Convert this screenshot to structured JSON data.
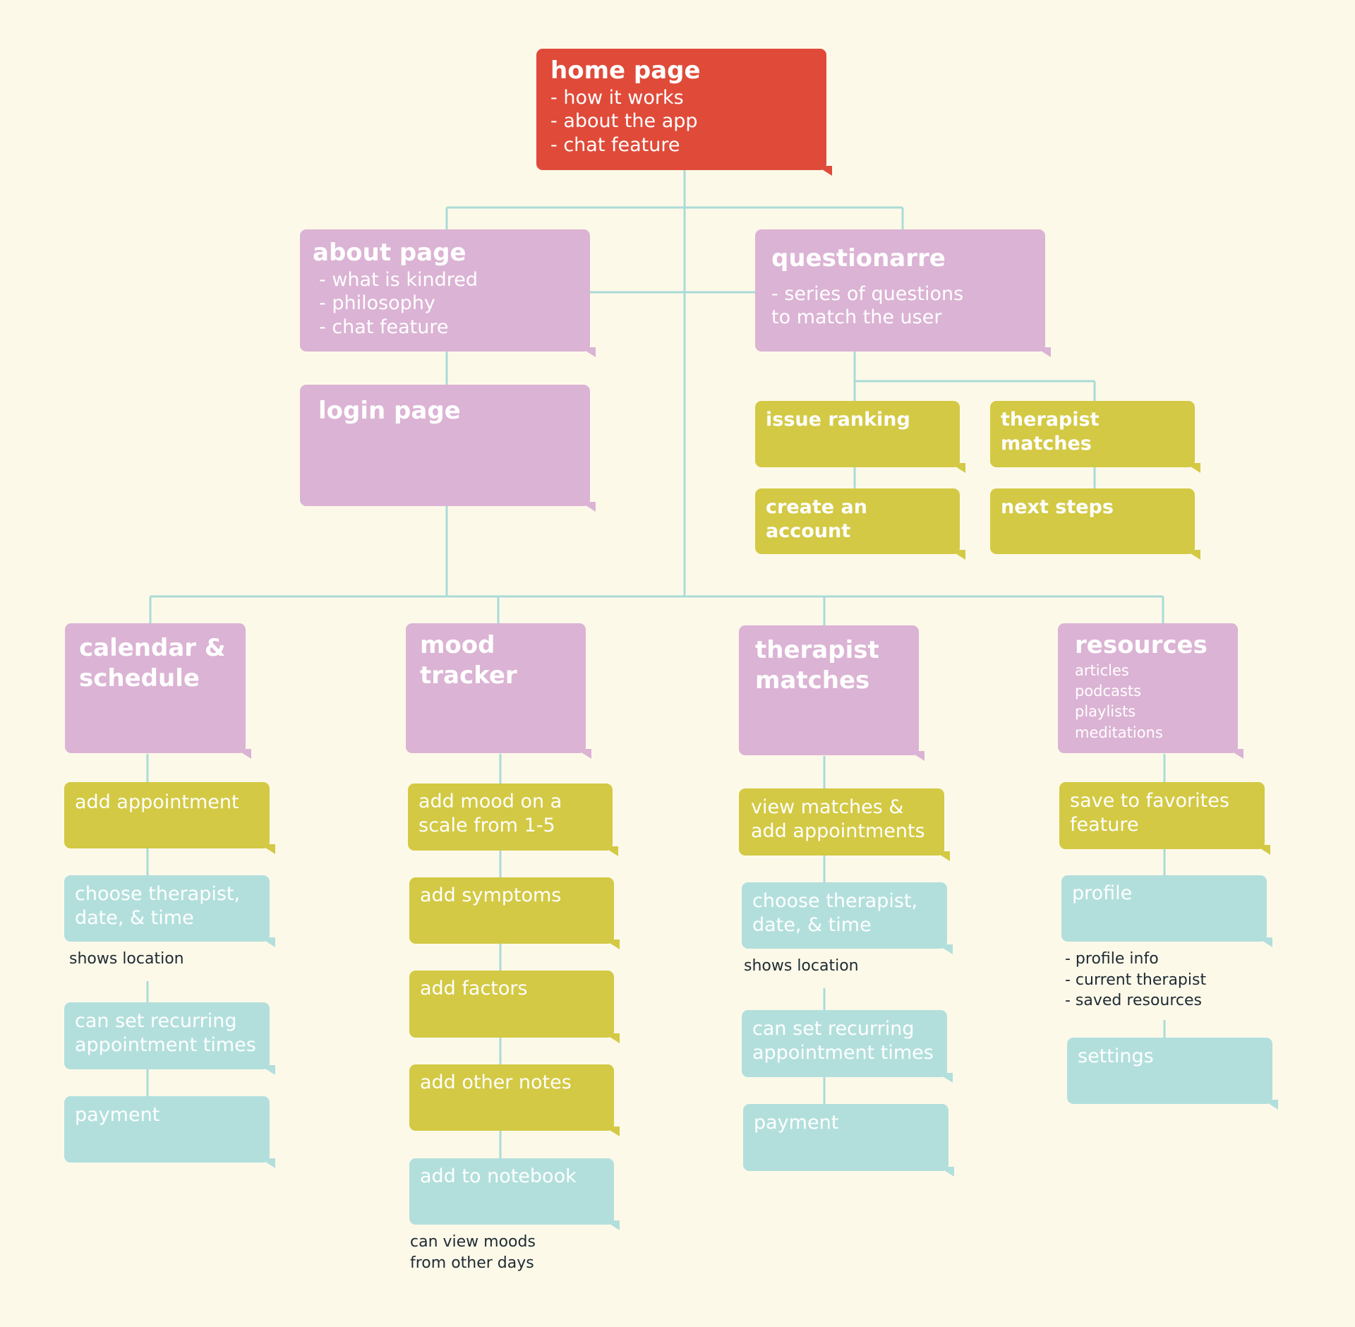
{
  "colors": {
    "background": "#fdf9e9",
    "root": "#e04a39",
    "page_node": "#dbb3d4",
    "feature_node": "#d3c944",
    "detail_node": "#b2dfdc",
    "connector": "#a9dcd8",
    "note_text": "#1e2a33"
  },
  "nodes": {
    "home": {
      "title": "home page",
      "items": [
        "- how it works",
        "- about the app",
        "- chat feature"
      ]
    },
    "about": {
      "title": "about page",
      "items": [
        "- what is kindred",
        "- philosophy",
        "- chat feature"
      ]
    },
    "login": {
      "title": "login page"
    },
    "questionnaire": {
      "title": "questionarre",
      "items": [
        "- series of questions",
        "to match the user"
      ]
    },
    "issue_ranking": {
      "title": "issue ranking"
    },
    "q_therapist_matches": {
      "title": "therapist matches"
    },
    "create_account": {
      "title": "create an account"
    },
    "next_steps": {
      "title": "next steps"
    },
    "calendar": {
      "title_lines": [
        "calendar &",
        "schedule"
      ]
    },
    "mood": {
      "title_lines": [
        "mood",
        "tracker"
      ]
    },
    "therapist": {
      "title_lines": [
        "therapist",
        "matches"
      ]
    },
    "resources": {
      "title": "resources",
      "items": [
        "articles",
        "podcasts",
        "playlists",
        "meditations"
      ]
    }
  },
  "calendar_steps": {
    "add_appointment": "add appointment",
    "choose": [
      "choose therapist,",
      "date, & time"
    ],
    "choose_note": "shows location",
    "recurring": [
      "can set recurring",
      "appointment times"
    ],
    "payment": "payment"
  },
  "mood_steps": {
    "add_mood": [
      "add mood on a",
      "scale from 1-5"
    ],
    "add_symptoms": "add symptoms",
    "add_factors": "add factors",
    "add_notes": "add other notes",
    "add_notebook": "add to notebook",
    "notebook_note": [
      "can view moods",
      "from other days"
    ]
  },
  "therapist_steps": {
    "view_matches": [
      "view matches &",
      "add appointments"
    ],
    "choose": [
      "choose therapist,",
      "date, & time"
    ],
    "choose_note": "shows location",
    "recurring": [
      "can set recurring",
      "appointment times"
    ],
    "payment": "payment"
  },
  "resources_steps": {
    "favorites": [
      "save to favorites",
      "feature"
    ],
    "profile": "profile",
    "profile_note": [
      "- profile info",
      "- current therapist",
      "- saved resources"
    ],
    "settings": "settings"
  }
}
